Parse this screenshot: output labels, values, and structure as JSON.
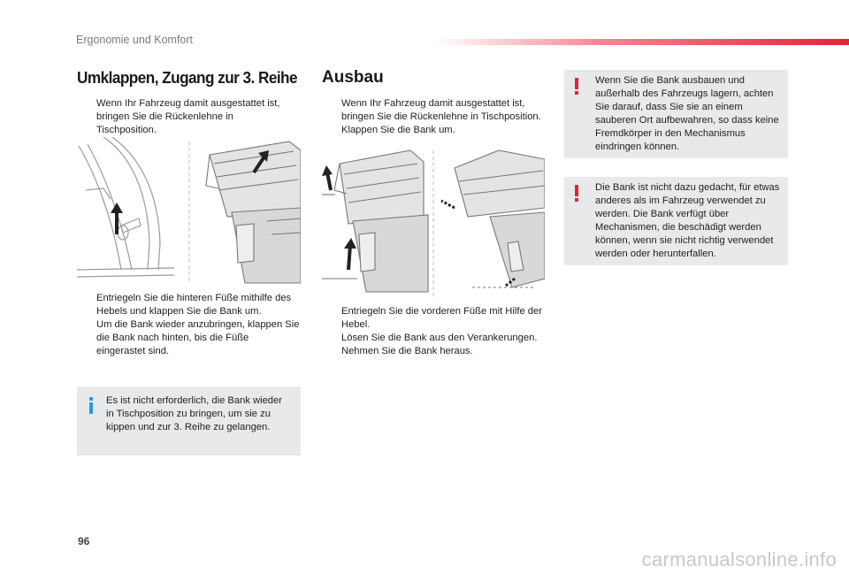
{
  "header": {
    "section_title": "Ergonomie und Komfort"
  },
  "page_number": "96",
  "left_column": {
    "heading": "Umklappen, Zugang zur 3. Reihe",
    "steps_top": [
      "Wenn Ihr Fahrzeug damit ausgestattet ist, bringen Sie die Rückenlehne in Tischposition."
    ],
    "steps_bottom": [
      "Entriegeln Sie die hinteren Füße mithilfe des Hebels und klappen Sie die Bank um.",
      "Um die Bank wieder anzubringen, klappen Sie die Bank nach hinten, bis die Füße eingerastet sind."
    ],
    "info_note": "Es ist nicht erforderlich, die Bank wieder in Tischposition zu bringen, um sie zu kippen und zur 3. Reihe zu gelangen."
  },
  "middle_column": {
    "heading": "Ausbau",
    "steps_top": [
      "Wenn Ihr Fahrzeug damit ausgestattet ist, bringen Sie die Rückenlehne in Tischposition.",
      "Klappen Sie die Bank um."
    ],
    "steps_bottom": [
      "Entriegeln Sie die vorderen Füße mit Hilfe der Hebel.",
      "Lösen Sie die Bank aus den Verankerungen.",
      "Nehmen Sie die Bank heraus."
    ]
  },
  "right_column": {
    "warnings": [
      "Wenn Sie die Bank ausbauen und außerhalb des Fahrzeugs lagern, achten Sie darauf, dass Sie sie an einem sauberen Ort aufbewahren, so dass keine Fremdkörper in den Mechanismus eindringen können.",
      "Die Bank ist nicht dazu gedacht, für etwas anderes als im Fahrzeug verwendet zu werden. Die Bank verfügt über Mechanismen, die beschädigt werden können, wenn sie nicht richtig verwendet werden oder herunterfallen."
    ]
  },
  "step_marker": "",
  "icons": {
    "info": "info-icon",
    "warning": "warning-icon",
    "step": "checkbox-marker-icon"
  },
  "colors": {
    "accent_red": "#e2223a",
    "info_blue": "#2b9ad8",
    "note_bg": "#e8e9ea"
  },
  "watermark": "carmanualsonline.info"
}
